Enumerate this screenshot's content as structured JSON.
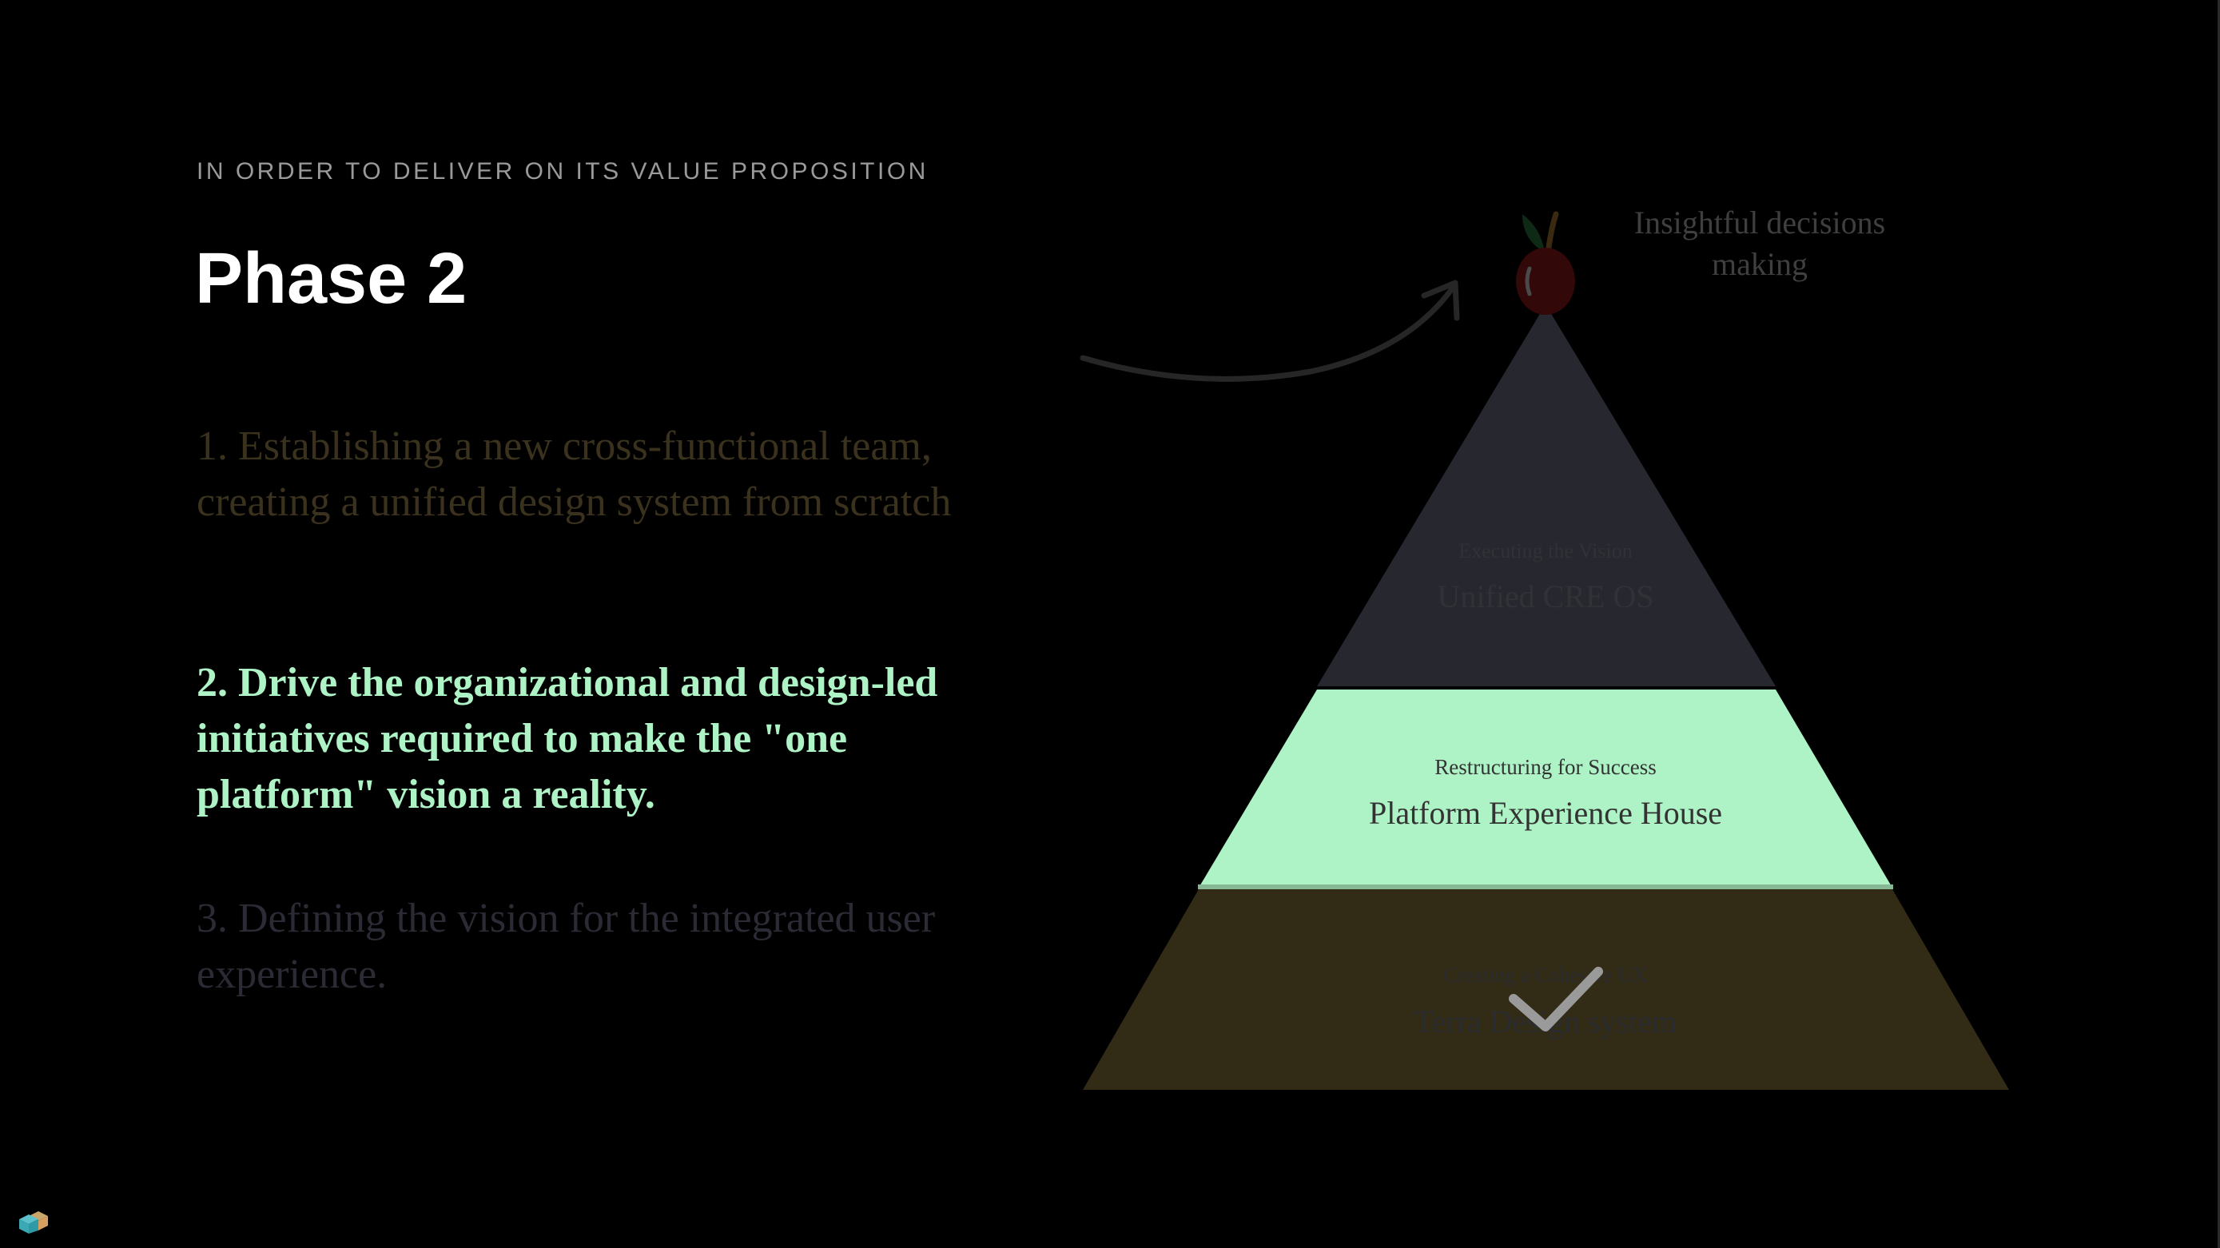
{
  "slide": {
    "eyebrow": "IN ORDER TO DELIVER ON ITS VALUE PROPOSITION",
    "title": "Phase 2",
    "items": [
      {
        "text": "1. Establishing a new cross-functional team, creating a unified design system from scratch",
        "state": "completed"
      },
      {
        "text": "2. Drive the organizational and design-led initiatives required to make the \"one platform\" vision a reality.",
        "state": "active"
      },
      {
        "text": "3. Defining the vision for the integrated user experience.",
        "state": "upcoming"
      }
    ]
  },
  "pyramid": {
    "apex_label_line1": "Insightful decisions",
    "apex_label_line2": "making",
    "tiers": [
      {
        "subtitle": "Executing the Vision",
        "title": "Unified CRE OS",
        "color": "#272730"
      },
      {
        "subtitle": "Restructuring for Success",
        "title": "Platform Experience House",
        "color": "#aef3c6"
      },
      {
        "subtitle": "Creating a Cohesive UX",
        "title": "Terra Design system",
        "color": "#322b16",
        "completed": true
      }
    ]
  },
  "colors": {
    "accent": "#aef3c6",
    "background": "#000000"
  }
}
